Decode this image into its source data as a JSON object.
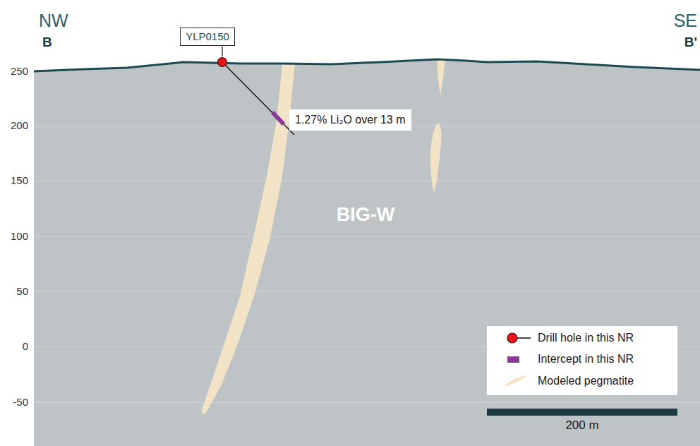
{
  "diagram": {
    "nodes": [
      {
        "text": [
          "YLP0150"
        ]
      },
      {
        "text": [
          "1.27% Li₂O over 13 m"
        ]
      }
    ],
    "labels": [
      "NW",
      "B",
      "SE",
      "B'",
      "BIG-W",
      "250",
      "200",
      "150",
      "100",
      "50",
      "0",
      "-50",
      "200 m"
    ],
    "legend": [
      {
        "text": "Drill hole in this NR"
      },
      {
        "text": "Intercept in this NR",
        "color": "#8b3a98"
      },
      {
        "text": "Modeled pegmatite",
        "color": "#f2e2c6"
      }
    ]
  }
}
